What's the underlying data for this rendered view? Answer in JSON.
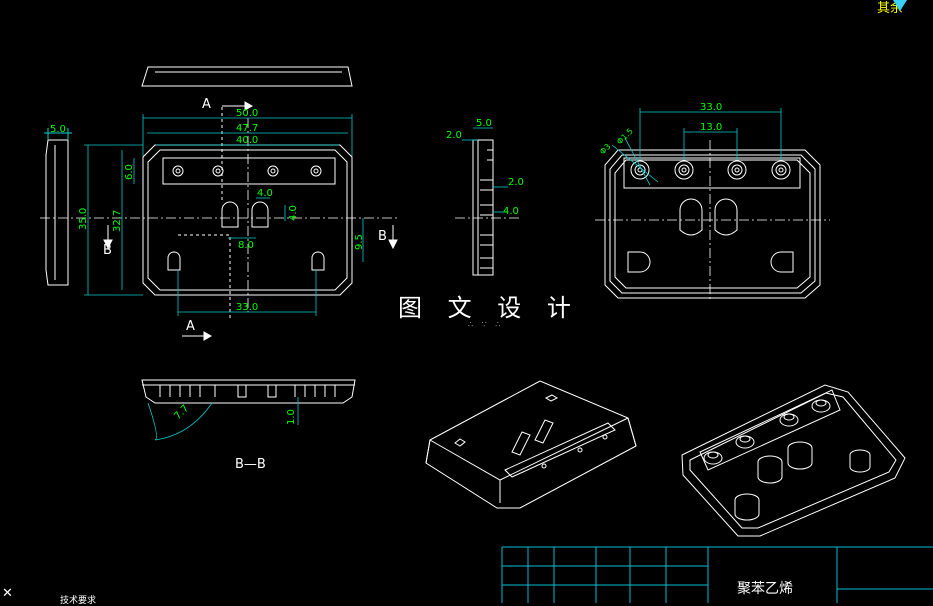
{
  "watermark": {
    "main": "图 文 设 计",
    "sub": "∴ ∵ ∴"
  },
  "top_right": {
    "roughness_text": "其余"
  },
  "section_marks": {
    "a_top": "A",
    "a_bottom": "A",
    "b_left": "B",
    "b_right": "B"
  },
  "section_label": "B—B",
  "dimensions": {
    "front_50": "50.0",
    "front_477": "47.7",
    "front_400": "40.0",
    "front_330": "33.0",
    "front_350": "35.0",
    "front_327": "32.7",
    "front_60": "6.0",
    "front_40a": "4.0",
    "front_40b": "4.0",
    "front_80": "8.0",
    "front_95": "9.5",
    "left_50": "5.0",
    "side_20": "2.0",
    "side_50": "5.0",
    "side_20b": "2.0",
    "side_40": "4.0",
    "bb_77": "7.7",
    "bb_10": "1.0",
    "top_330": "33.0",
    "top_130": "13.0",
    "top_d1": "Φ3",
    "top_d2": "Φ1.5"
  },
  "title_block": {
    "material": "聚苯乙烯"
  },
  "corner": {
    "x_mark": "✕",
    "text": "技术要求"
  },
  "colors": {
    "line": "#ffffff",
    "dimension": "#00ff00",
    "dim_line": "#00cccc",
    "title_grid": "#00bcd4",
    "roughness": "#ffff00"
  }
}
